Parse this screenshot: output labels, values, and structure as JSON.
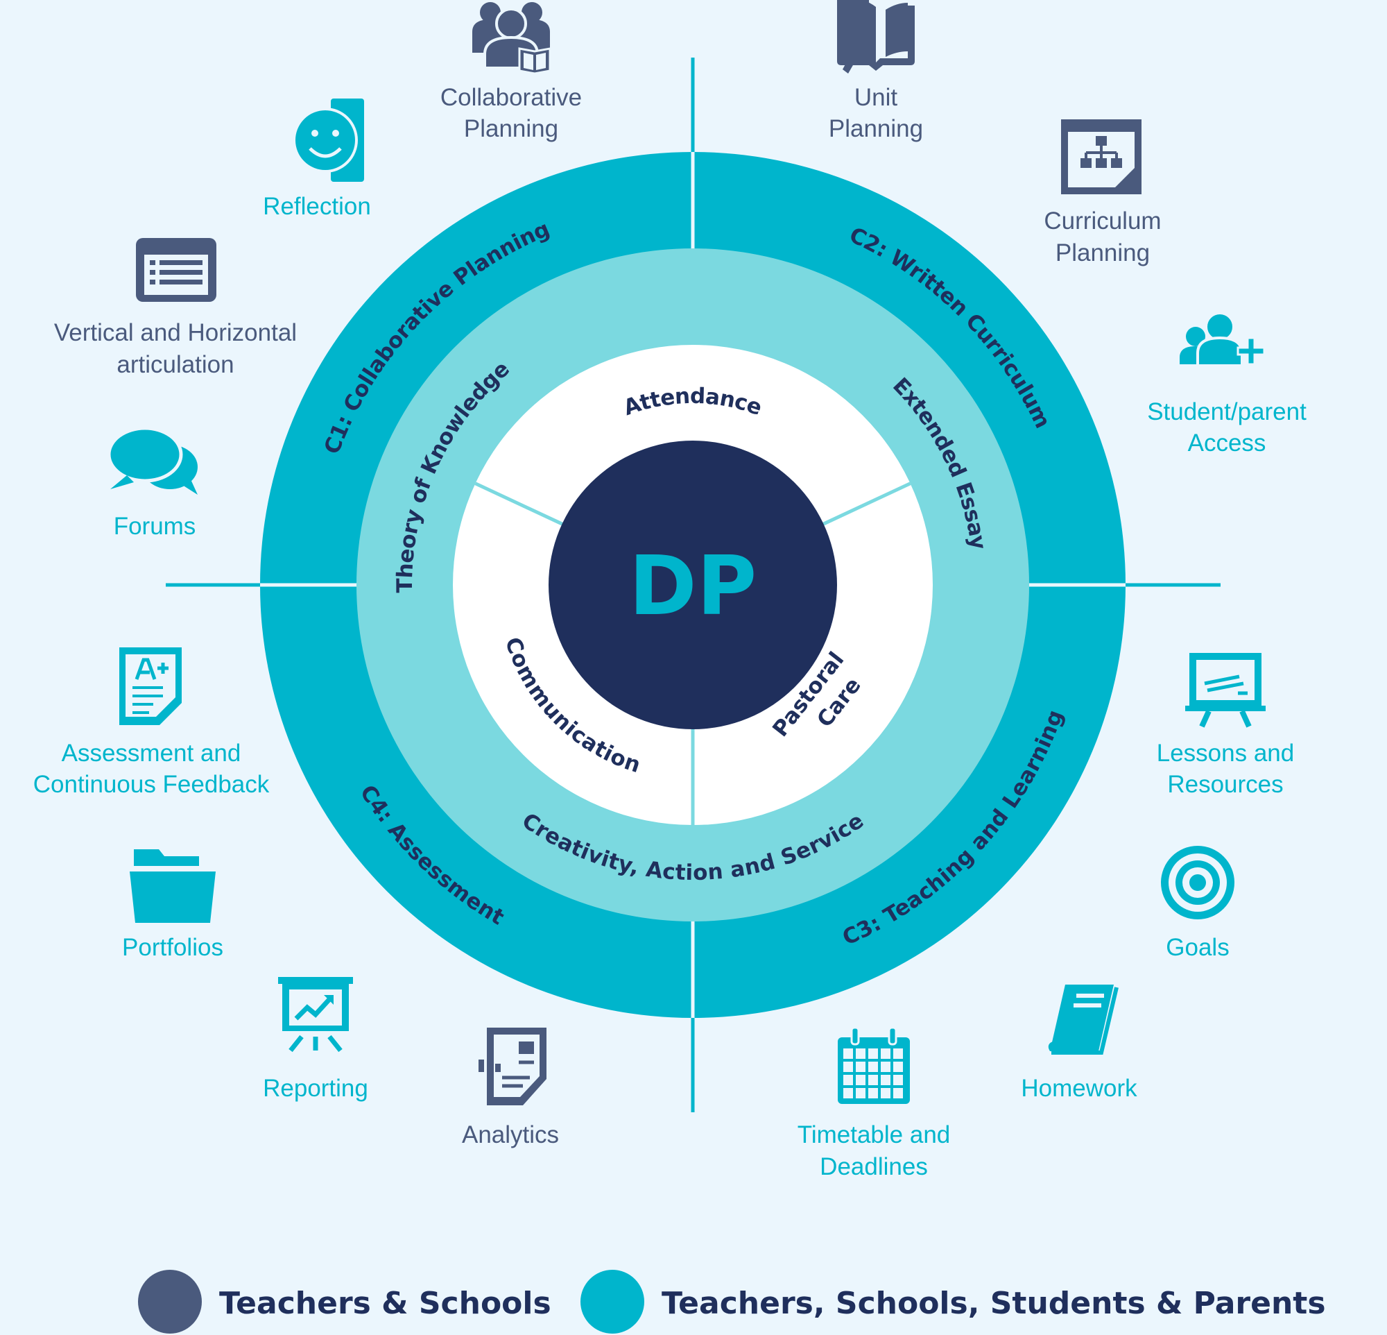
{
  "colors": {
    "background": "#ebf6fd",
    "teal": "#00b5cc",
    "light_teal": "#7bd9e0",
    "navy": "#1f2f5c",
    "slate": "#4a5a7d"
  },
  "center": {
    "label": "DP"
  },
  "outer_ring": [
    "C1: Collaborative Planning",
    "C2: Written Curriculum",
    "C3: Teaching and Learning",
    "C4: Assessment"
  ],
  "middle_ring": [
    "Theory of Knowledge",
    "Extended Essay",
    "Creativity, Action and Service"
  ],
  "inner_ring": [
    "Attendance",
    "Communication",
    "Pastoral",
    "Care"
  ],
  "features": [
    {
      "icon": "people-book",
      "lines": [
        "Collaborative",
        "Planning"
      ],
      "group": "teachers"
    },
    {
      "icon": "open-book-pen",
      "lines": [
        "Unit",
        "Planning"
      ],
      "group": "teachers"
    },
    {
      "icon": "reflection-face",
      "lines": [
        "Reflection"
      ],
      "group": "all"
    },
    {
      "icon": "org-chart",
      "lines": [
        "Curriculum",
        "Planning"
      ],
      "group": "teachers"
    },
    {
      "icon": "list-window",
      "lines": [
        "Vertical and Horizontal",
        "articulation"
      ],
      "group": "teachers"
    },
    {
      "icon": "user-plus",
      "lines": [
        "Student/parent",
        "Access"
      ],
      "group": "all"
    },
    {
      "icon": "chat-bubbles",
      "lines": [
        "Forums"
      ],
      "group": "all"
    },
    {
      "icon": "graded-document",
      "lines": [
        "Assessment and",
        "Continuous Feedback"
      ],
      "group": "all"
    },
    {
      "icon": "blackboard",
      "lines": [
        "Lessons and",
        "Resources"
      ],
      "group": "all"
    },
    {
      "icon": "folder",
      "lines": [
        "Portfolios"
      ],
      "group": "all"
    },
    {
      "icon": "target",
      "lines": [
        "Goals"
      ],
      "group": "all"
    },
    {
      "icon": "presentation-chart",
      "lines": [
        "Reporting"
      ],
      "group": "all"
    },
    {
      "icon": "book",
      "lines": [
        "Homework"
      ],
      "group": "all"
    },
    {
      "icon": "analytics-report",
      "lines": [
        "Analytics"
      ],
      "group": "teachers"
    },
    {
      "icon": "calendar",
      "lines": [
        "Timetable and",
        "Deadlines"
      ],
      "group": "all"
    }
  ],
  "legend": [
    {
      "label": "Teachers & Schools",
      "color": "#4a5a7d"
    },
    {
      "label": "Teachers, Schools, Students & Parents",
      "color": "#00b5cc"
    }
  ]
}
